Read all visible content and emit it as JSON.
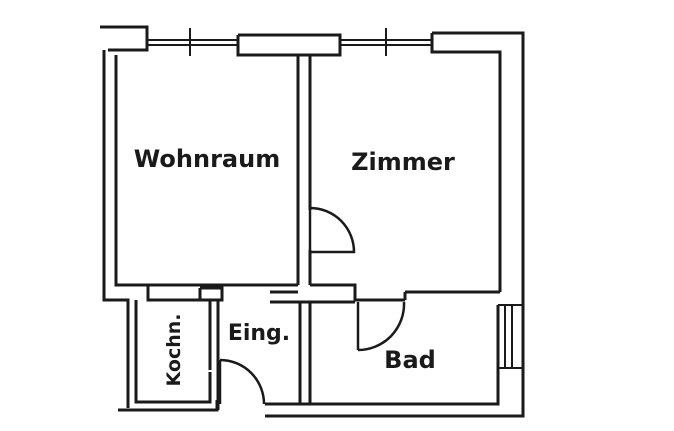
{
  "rooms": {
    "wohnraum": "Wohnraum",
    "zimmer": "Zimmer",
    "kochn": "Kochn.",
    "eing": "Eing.",
    "bad": "Bad"
  }
}
